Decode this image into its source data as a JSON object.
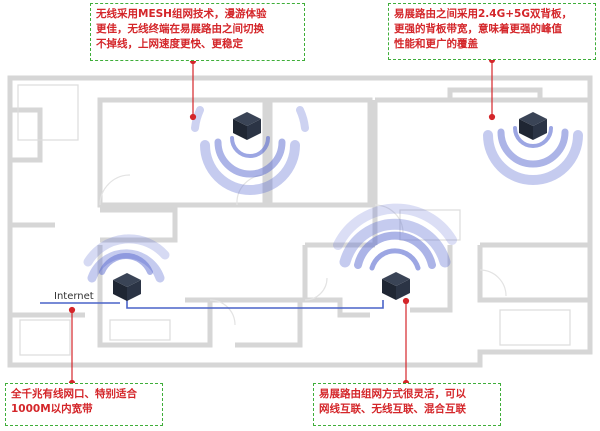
{
  "callouts": {
    "top_left": [
      "无线采用MESH组网技术，漫游体验",
      "更佳，无线终端在易展路由之间切换",
      "不掉线，上网速度更快、更稳定"
    ],
    "top_right": [
      "易展路由之间采用2.4G+5G双背板，",
      "更强的背板带宽，意味着更强的峰值",
      "性能和更广的覆盖"
    ],
    "bottom_left": [
      "全千兆有线网口、特别适合",
      "1000M以内宽带"
    ],
    "bottom_right": [
      "易展路由组网方式很灵活，可以",
      "网线互联、无线互联、混合互联"
    ]
  },
  "internet_label": "Internet",
  "colors": {
    "callout_text": "#d4262a",
    "callout_border": "#3fae3a",
    "leader_line": "#d4262a",
    "cable": "#4a63c8",
    "signal": "#5a6ad0",
    "router": "#222b3a",
    "walls": "#d9d9d9"
  },
  "icons": [
    "router-icon",
    "wifi-signal-icon"
  ]
}
